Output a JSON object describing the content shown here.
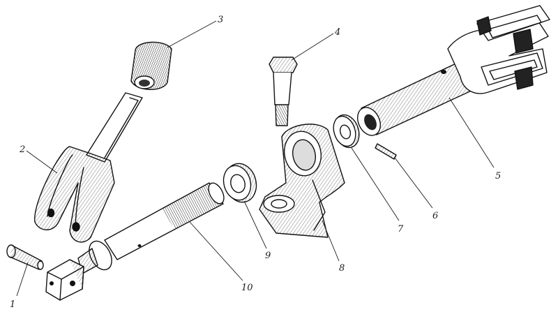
{
  "callouts": [
    {
      "id": "1",
      "text": "1"
    },
    {
      "id": "2",
      "text": "2"
    },
    {
      "id": "3",
      "text": "3"
    },
    {
      "id": "4",
      "text": "4"
    },
    {
      "id": "5",
      "text": "5"
    },
    {
      "id": "6",
      "text": "6"
    },
    {
      "id": "7",
      "text": "7"
    },
    {
      "id": "8",
      "text": "8"
    },
    {
      "id": "9",
      "text": "9"
    },
    {
      "id": "10",
      "text": "10"
    }
  ],
  "colors": {
    "ink": "#111111",
    "paper": "#ffffff",
    "shade": "#bdbdbd"
  }
}
